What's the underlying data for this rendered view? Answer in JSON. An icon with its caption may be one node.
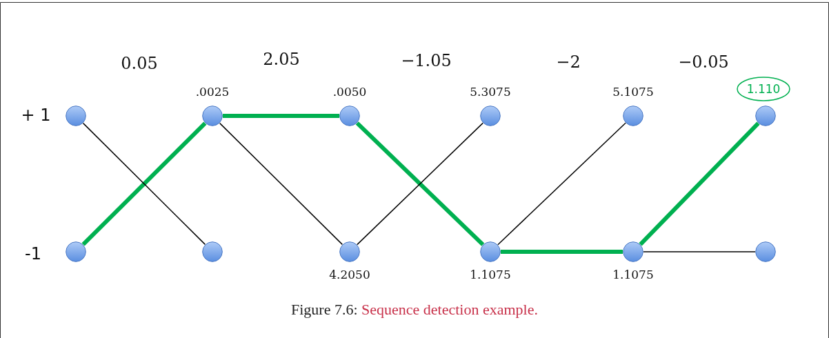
{
  "diagram": {
    "caption": "Figure 7.6: Sequence detection example.",
    "nodes": [
      {
        "text": [],
        "shape": "circle"
      },
      {
        "text": [],
        "shape": "circle"
      },
      {
        "text": [],
        "shape": "circle",
        "beside": [
          ".0025"
        ]
      },
      {
        "text": [],
        "shape": "circle"
      },
      {
        "text": [],
        "shape": "circle",
        "beside": [
          ".0050"
        ]
      },
      {
        "text": [],
        "shape": "circle",
        "beside": [
          "4.2050"
        ]
      },
      {
        "text": [],
        "shape": "circle",
        "beside": [
          "5.3075"
        ]
      },
      {
        "text": [],
        "shape": "circle",
        "beside": [
          "1.1075"
        ]
      },
      {
        "text": [],
        "shape": "circle",
        "beside": [
          "5.1075"
        ]
      },
      {
        "text": [],
        "shape": "circle",
        "beside": [
          "1.1075"
        ]
      },
      {
        "text": [],
        "shape": "circle"
      },
      {
        "text": [],
        "shape": "circle"
      },
      {
        "text": [
          "1.110"
        ]
      }
    ],
    "edges": [
      {
        "from": 1,
        "to": 2,
        "arrow": "none",
        "style": "thick",
        "color": "#00b050"
      },
      {
        "from": 0,
        "to": 3,
        "arrow": "none",
        "color": "#000000"
      },
      {
        "from": 2,
        "to": 4,
        "arrow": "none",
        "style": "thick",
        "color": "#00b050"
      },
      {
        "from": 2,
        "to": 5,
        "arrow": "none",
        "color": "#000000"
      },
      {
        "from": 4,
        "to": 7,
        "arrow": "none",
        "style": "thick",
        "color": "#00b050"
      },
      {
        "from": 5,
        "to": 6,
        "arrow": "none",
        "color": "#000000"
      },
      {
        "from": 7,
        "to": 8,
        "arrow": "none",
        "color": "#000000"
      },
      {
        "from": 7,
        "to": 9,
        "arrow": "none",
        "style": "thick",
        "color": "#00b050"
      },
      {
        "from": 9,
        "to": 10,
        "arrow": "none",
        "style": "thick",
        "color": "#00b050"
      },
      {
        "from": 9,
        "to": 11,
        "arrow": "none",
        "color": "#000000"
      }
    ],
    "labels": [
      "0.05",
      "2.05",
      "−1.05",
      "−2",
      "−0.05",
      "+ 1",
      "-1"
    ]
  }
}
